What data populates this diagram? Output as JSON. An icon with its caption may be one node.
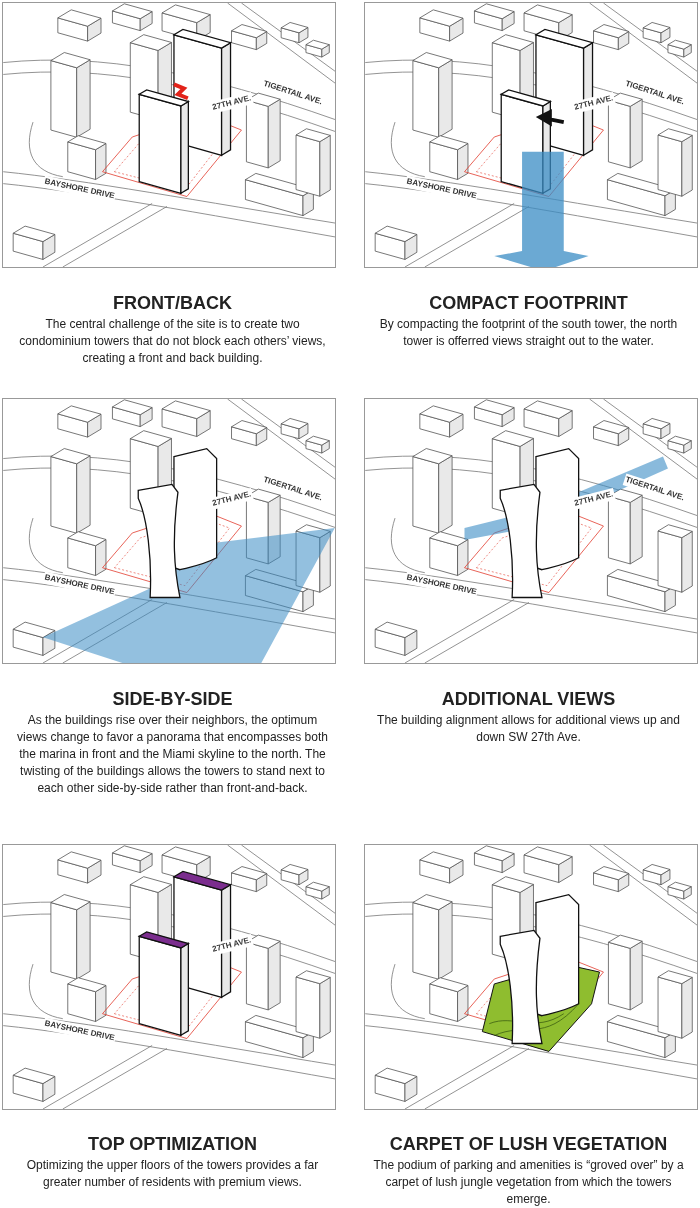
{
  "diagram": {
    "labels": [
      "27TH AVE.",
      "TIGERTAIL AVE.",
      "BAYSHORE DRIVE",
      "27TH AVE.",
      "TIGERTAIL AVE.",
      "BAYSHORE DRIVE",
      "FRONT/BACK",
      "The central challenge of the site is to create two condominium towers that do not block each others’ views, creating a front and back building.",
      "COMPACT FOOTPRINT",
      "By compacting the footprint of the south tower, the north tower is offerred views straight out to the water.",
      "27TH AVE.",
      "TIGERTAIL AVE.",
      "BAYSHORE DRIVE",
      "27TH AVE.",
      "TIGERTAIL AVE.",
      "BAYSHORE DRIVE",
      "SIDE-BY-SIDE",
      "As the buildings rise over their neighbors, the optimum views change to favor a panorama that encompasses both the marina in front and the Miami skyline to the north. The twisting of the buildings allows the towers to stand next to each other side-by-side rather than front-and-back.",
      "ADDITIONAL VIEWS",
      "The building alignment allows for additional views up and down SW 27th Ave.",
      "27TH AVE.",
      "BAYSHORE DRIVE",
      "TOP OPTIMIZATION",
      "Optimizing the upper floors of the towers provides a far greater number of residents with premium views.",
      "CARPET OF LUSH VEGETATION",
      "The podium of parking and amenities is “groved over” by a carpet of lush jungle vegetation from which the towers emerge."
    ]
  }
}
